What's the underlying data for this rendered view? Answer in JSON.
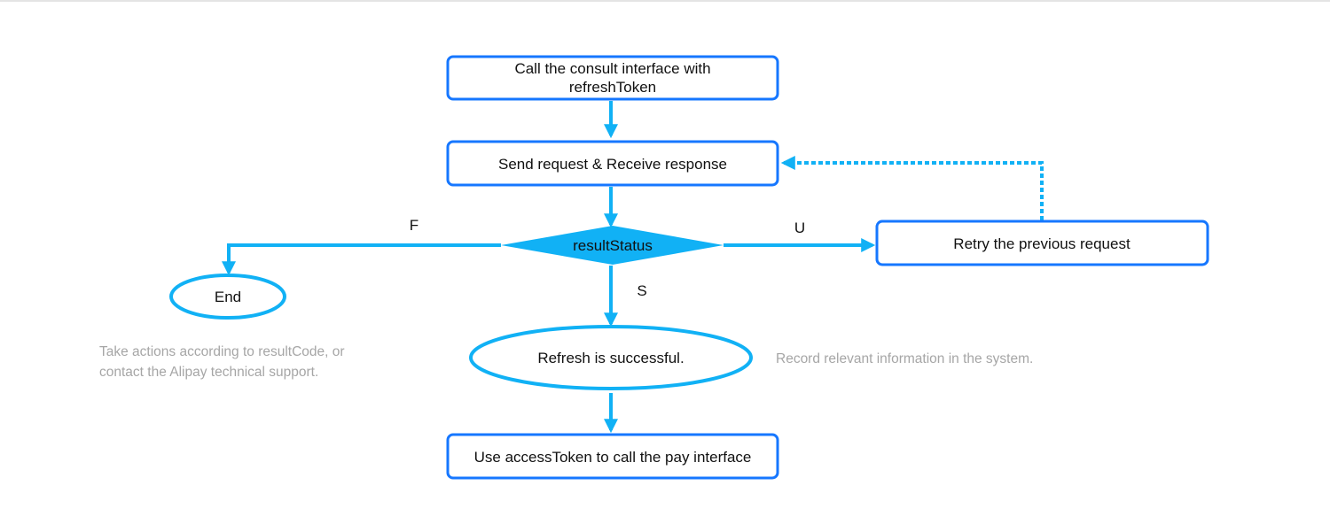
{
  "nodes": {
    "consult": {
      "line1": "Call the consult interface with",
      "line2": "refreshToken"
    },
    "send": {
      "label": "Send request & Receive response"
    },
    "decision": {
      "label": "resultStatus"
    },
    "retry": {
      "label": "Retry the previous request"
    },
    "end": {
      "label": "End"
    },
    "success": {
      "label": "Refresh is successful."
    },
    "pay": {
      "label": "Use accessToken to call the pay interface"
    }
  },
  "edges": {
    "failure_label": "F",
    "unknown_label": "U",
    "success_label": "S"
  },
  "notes": {
    "failure_line1": "Take actions according to resultCode, or",
    "failure_line2": "contact the Alipay technical support.",
    "success": "Record relevant information in the system."
  },
  "colors": {
    "box_border": "#1677ff",
    "connector": "#11b1f5",
    "note_text": "#a6a6a6"
  }
}
